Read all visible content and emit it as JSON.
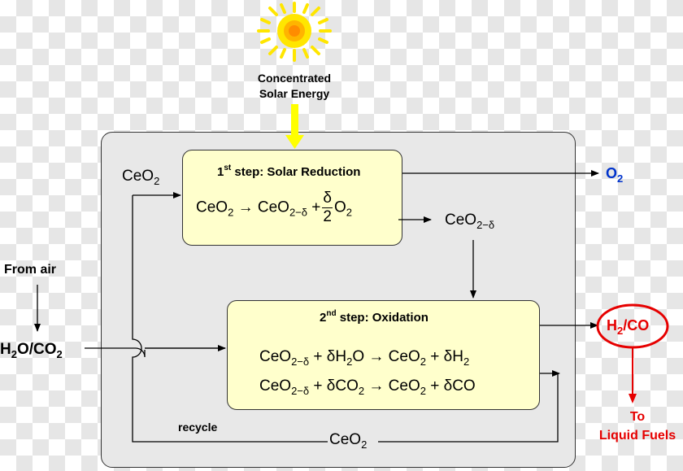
{
  "source": {
    "line1": "Concentrated",
    "line2": "Solar Energy",
    "sun_color": "#ffe600"
  },
  "step1": {
    "title_prefix": "1",
    "title_sup": "st",
    "title_rest": " step: Solar Reduction",
    "eq": {
      "a": "CeO",
      "a_sub": "2",
      "arrow": "→",
      "b": "CeO",
      "b_sub": "2−δ",
      "plus": "+",
      "num": "δ",
      "den": "2",
      "c": "O",
      "c_sub": "2"
    }
  },
  "step2": {
    "title_prefix": "2",
    "title_sup": "nd",
    "title_rest": " step: Oxidation",
    "eq1": {
      "a": "CeO",
      "a_sub": "2−δ",
      "b": " + δH",
      "b_sub": "2",
      "b_tail": "O",
      "arrow": "→",
      "c": "CeO",
      "c_sub": "2",
      "d": " + δH",
      "d_sub": "2"
    },
    "eq2": {
      "a": "CeO",
      "a_sub": "2−δ",
      "b": " + δCO",
      "b_sub": "2",
      "arrow": "→",
      "c": "CeO",
      "c_sub": "2",
      "d": " + δCO"
    }
  },
  "labels": {
    "ceo2_in": {
      "main": "CeO",
      "sub": "2"
    },
    "ceo2_reduced": {
      "main": "CeO",
      "sub": "2−δ"
    },
    "ceo2_recycle": {
      "main": "CeO",
      "sub": "2"
    },
    "recycle": "recycle",
    "o2": {
      "main": "O",
      "sub": "2",
      "color": "#0033cc"
    },
    "from_air": "From air",
    "feed": {
      "a": "H",
      "a_sub": "2",
      "b": "O/CO",
      "b_sub": "2"
    },
    "product": {
      "a": "H",
      "a_sub": "2",
      "b": "/CO",
      "color": "#e60000"
    },
    "to": "To",
    "liquid_fuels": "Liquid Fuels"
  }
}
